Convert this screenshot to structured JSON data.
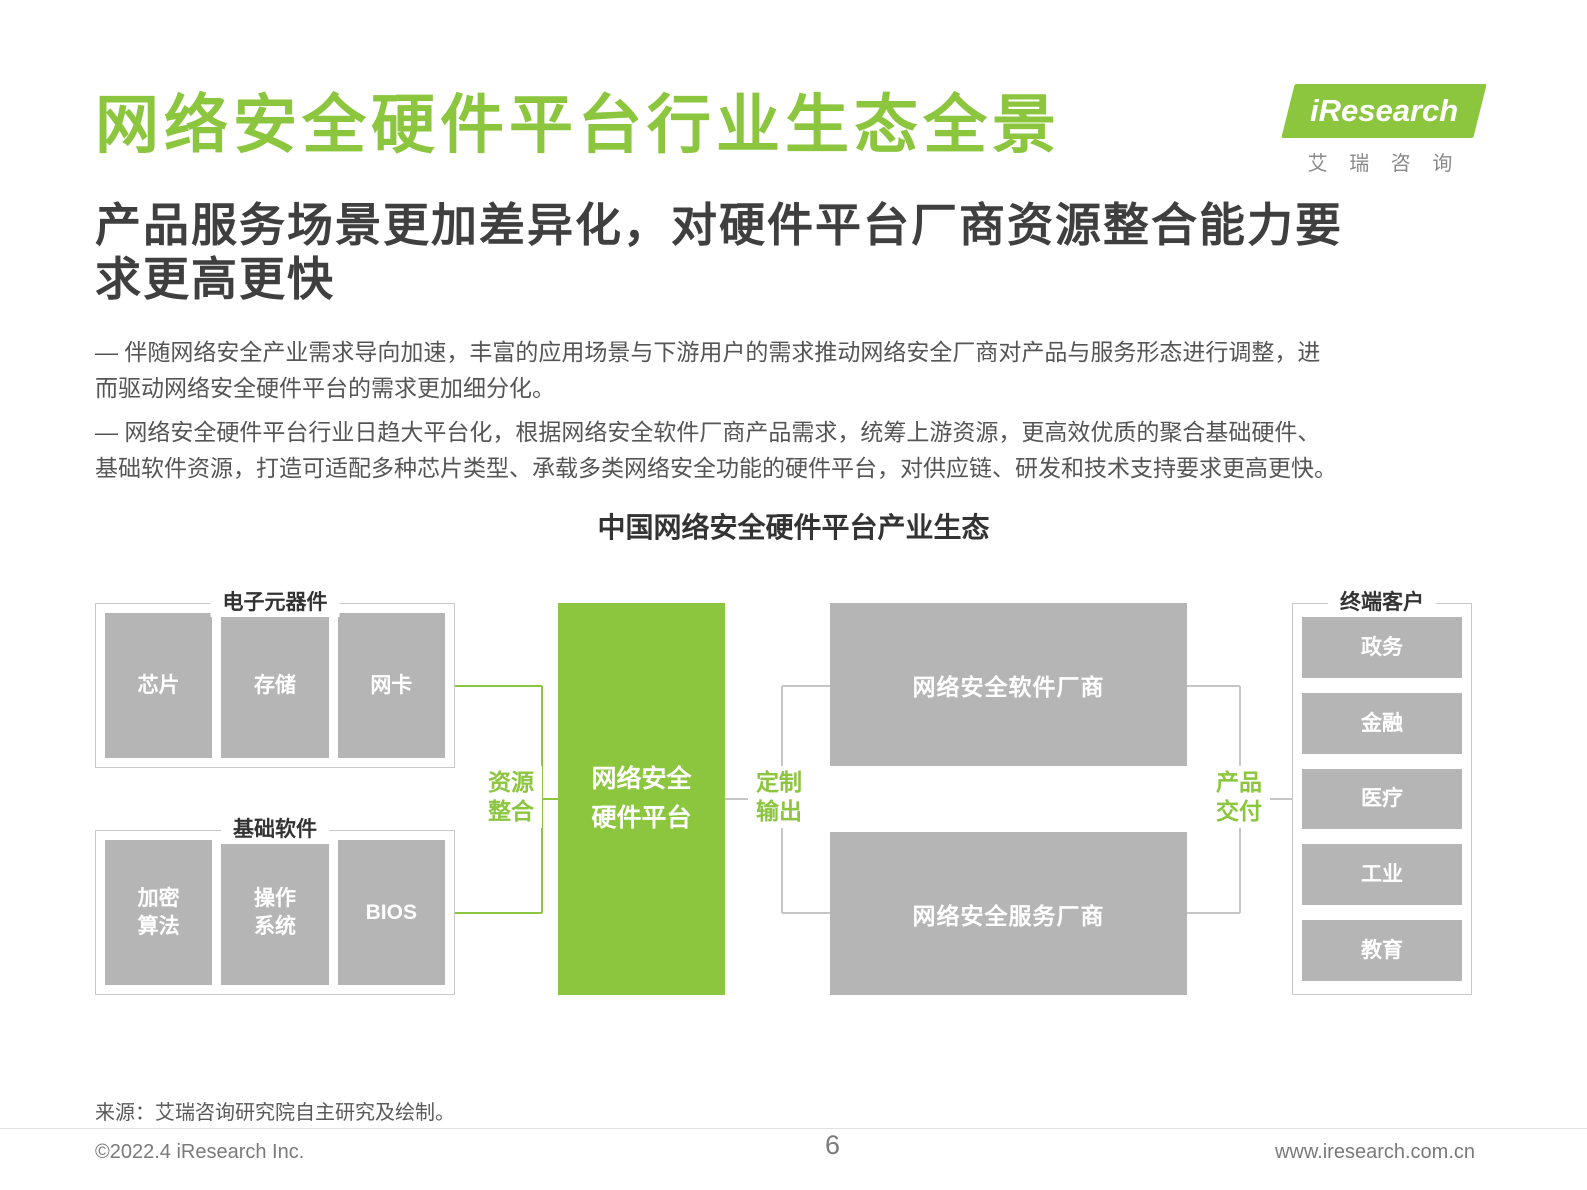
{
  "page": {
    "title": "网络安全硬件平台行业生态全景",
    "subtitle": "产品服务场景更加差异化，对硬件平台厂商资源整合能力要\n求更高更快",
    "bullets": [
      "—  伴随网络安全产业需求导向加速，丰富的应用场景与下游用户的需求推动网络安全厂商对产品与服务形态进行调整，进\n而驱动网络安全硬件平台的需求更加细分化。",
      "—  网络安全硬件平台行业日趋大平台化，根据网络安全软件厂商产品需求，统筹上游资源，更高效优质的聚合基础硬件、\n基础软件资源，打造可适配多种芯片类型、承载多类网络安全功能的硬件平台，对供应链、研发和技术支持要求更高更快。"
    ]
  },
  "logo": {
    "brand": "iResearch",
    "brand_cn": "艾 瑞 咨 询"
  },
  "diagram": {
    "title": "中国网络安全硬件平台产业生态",
    "groups": {
      "components": {
        "label": "电子元器件",
        "items": [
          "芯片",
          "存储",
          "网卡"
        ]
      },
      "software": {
        "label": "基础软件",
        "items": [
          "加密\n算法",
          "操作\n系统",
          "BIOS"
        ]
      },
      "customers": {
        "label": "终端客户",
        "items": [
          "政务",
          "金融",
          "医疗",
          "工业",
          "教育"
        ]
      }
    },
    "center_box": "网络安全\n硬件平台",
    "vendors": [
      "网络安全软件厂商",
      "网络安全服务厂商"
    ],
    "flow_labels": [
      "资源\n整合",
      "定制\n输出",
      "产品\n交付"
    ]
  },
  "source": "来源：艾瑞咨询研究院自主研究及绘制。",
  "footer": {
    "copyright": "©2022.4 iResearch Inc.",
    "page_number": "6",
    "website": "www.iresearch.com.cn"
  },
  "colors": {
    "green": "#8cc63e",
    "gray_box": "#b5b5b5",
    "line_gray": "#c6c6c6"
  }
}
